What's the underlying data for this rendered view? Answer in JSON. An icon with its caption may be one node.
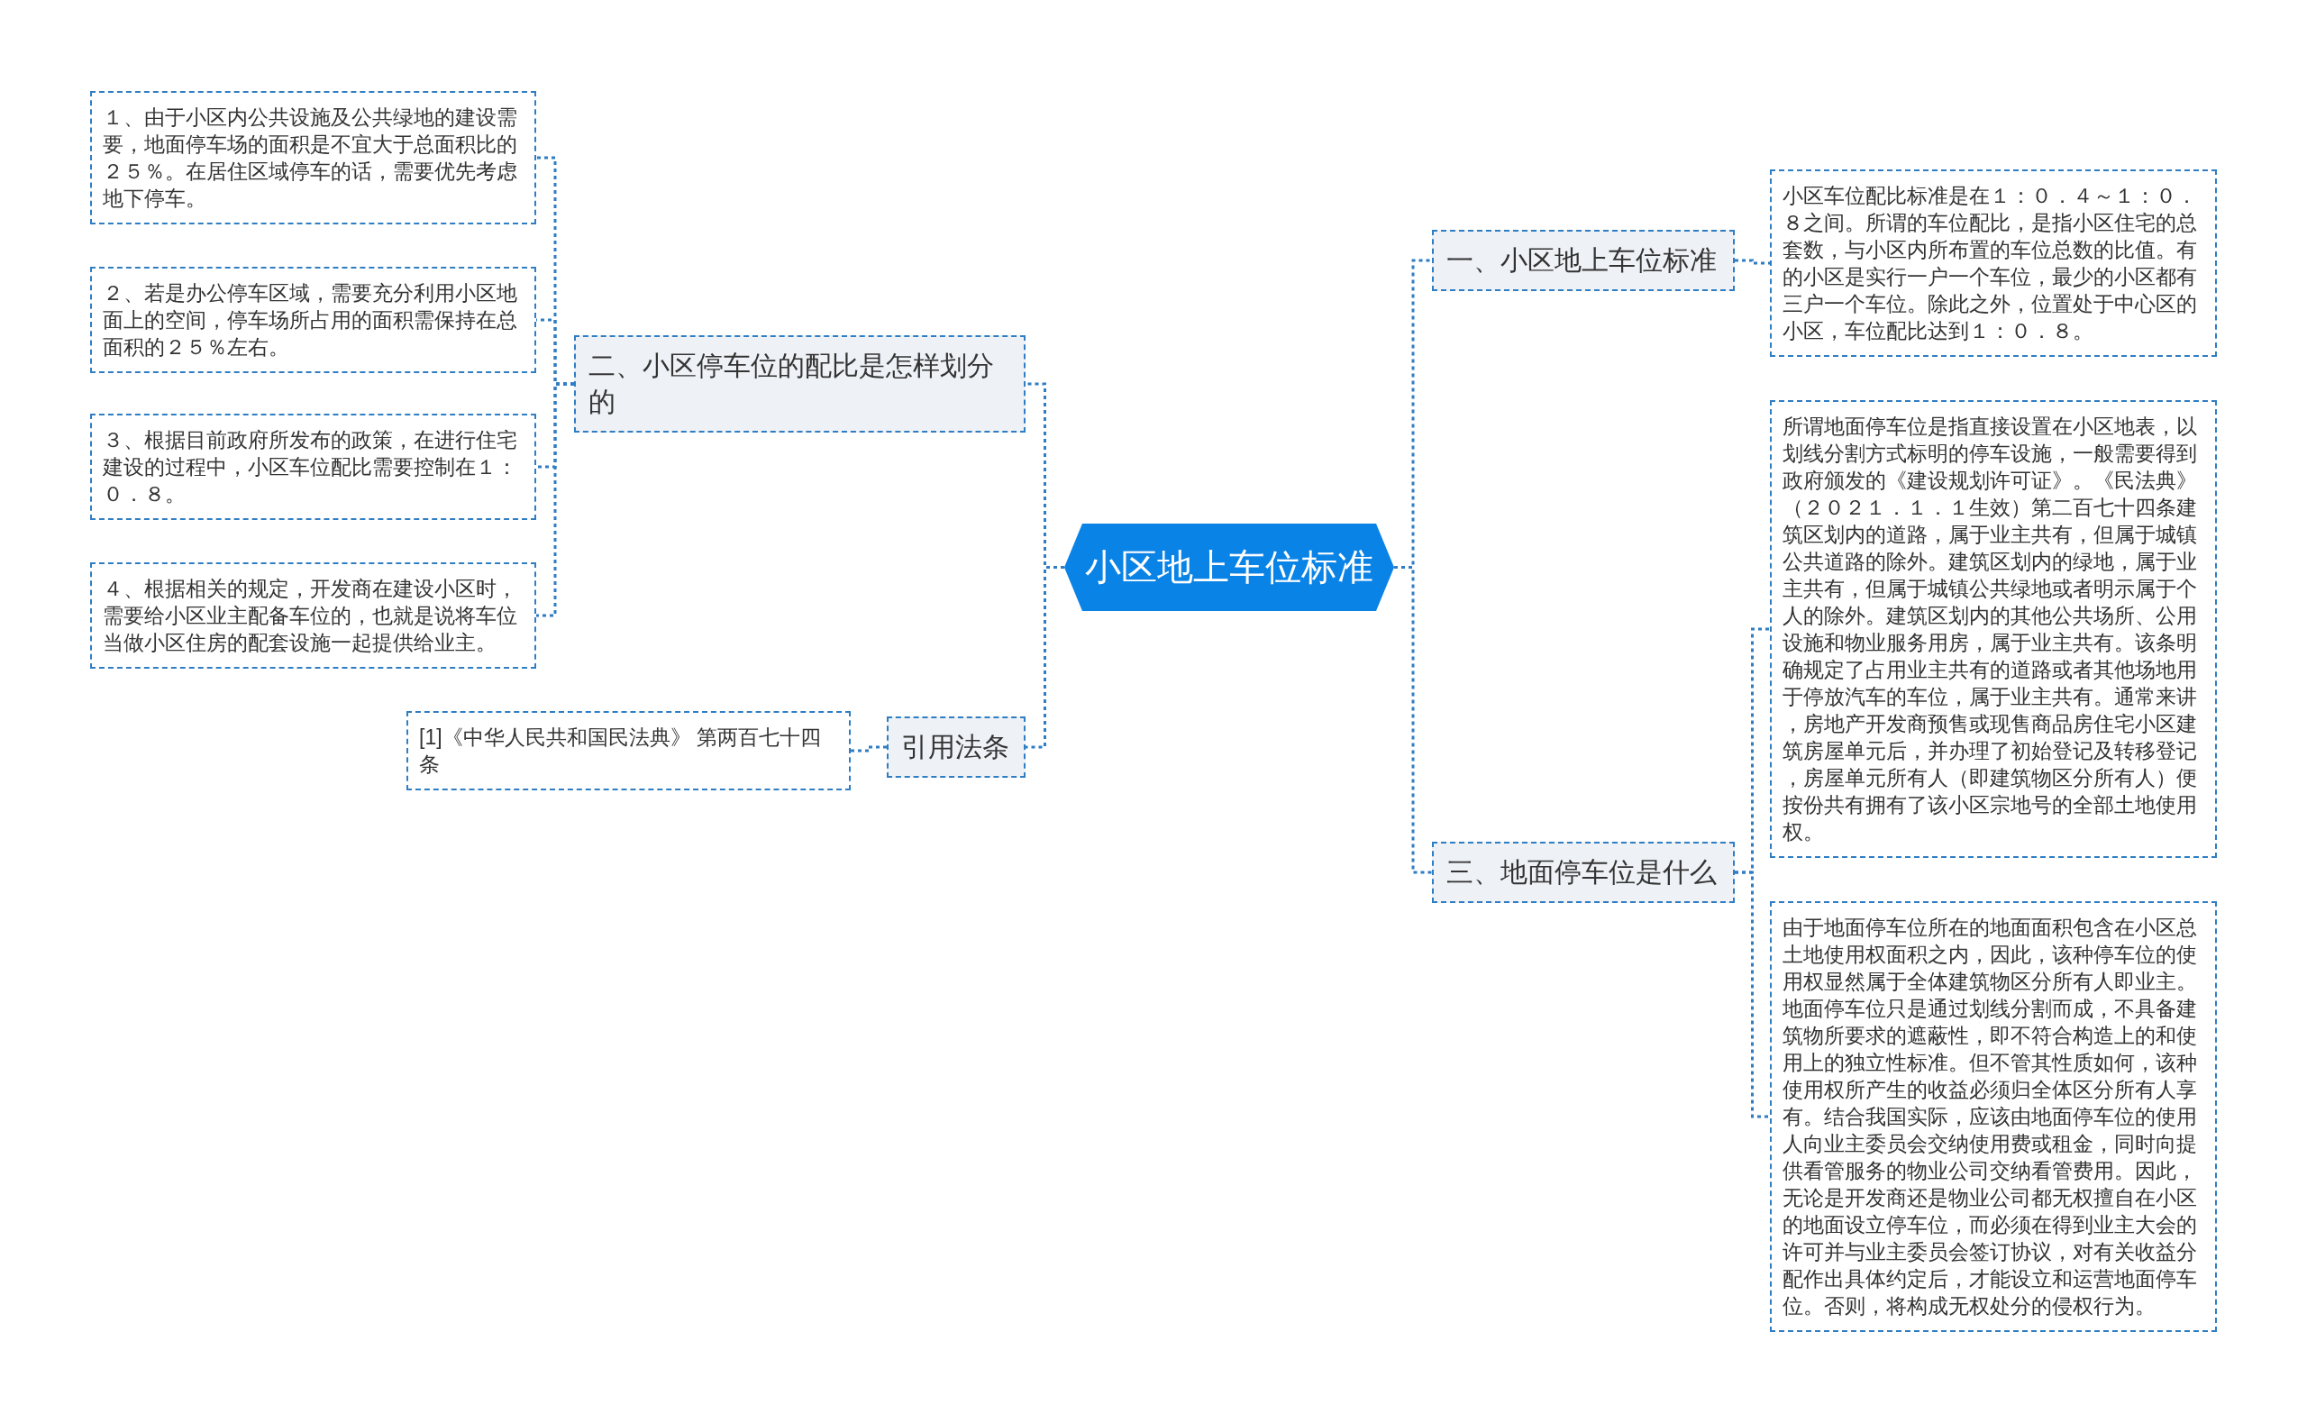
{
  "diagram": {
    "nodes": [
      {
        "text": [
          "小区地上车位标准"
        ]
      },
      {
        "text": [
          "一、小区地上车位标准"
        ]
      },
      {
        "text": [
          "小区车位配比标准是在１：０．４～１：０．８之间。所谓的车位配比，是指小区住宅的总套数，与小区内所布置的车位总数的比值。有的小区是实行一户一个车位，最少的小区都有三户一个车位。除此之外，位置处于中心区的小区，车位配比达到１：０．８。"
        ]
      },
      {
        "text": [
          "二、小区停车位的配比是怎样划分的"
        ]
      },
      {
        "text": [
          "１、由于小区内公共设施及公共绿地的建设需要，地面停车场的面积是不宜大于总面积比的２５％。在居住区域停车的话，需要优先考虑地下停车。"
        ]
      },
      {
        "text": [
          "２、若是办公停车区域，需要充分利用小区地面上的空间，停车场所占用的面积需保持在总面积的２５％左右。"
        ]
      },
      {
        "text": [
          "３、根据目前政府所发布的政策，在进行住宅建设的过程中，小区车位配比需要控制在１：０．８。"
        ]
      },
      {
        "text": [
          "４、根据相关的规定，开发商在建设小区时，需要给小区业主配备车位的，也就是说将车位当做小区住房的配套设施一起提供给业主。"
        ]
      },
      {
        "text": [
          "三、地面停车位是什么"
        ]
      },
      {
        "text": [
          "所谓地面停车位是指直接设置在小区地表，以划线分割方式标明的停车设施，一般需要得到政府颁发的《建设规划许可证》。《民法典》（２０２１．１．１生效）第二百七十四条建筑区划内的道路，属于业主共有，但属于城镇公共道路的除外。建筑区划内的绿地，属于业主共有，但属于城镇公共绿地或者明示属于个人的除外。建筑区划内的其他公共场所、公用设施和物业服务用房，属于业主共有。该条明确规定了占用业主共有的道路或者其他场地用于停放汽车的车位，属于业主共有。通常来讲，房地产开发商预售或现售商品房住宅小区建筑房屋单元后，并办理了初始登记及转移登记，房屋单元所有人（即建筑物区分所有人）便按份共有拥有了该小区宗地号的全部土地使用权。"
        ]
      },
      {
        "text": [
          "由于地面停车位所在的地面面积包含在小区总土地使用权面积之内，因此，该种停车位的使用权显然属于全体建筑物区分所有人即业主。地面停车位只是通过划线分割而成，不具备建筑物所要求的遮蔽性，即不符合构造上的和使用上的独立性标准。但不管其性质如何，该种使用权所产生的收益必须归全体区分所有人享有。结合我国实际，应该由地面停车位的使用人向业主委员会交纳使用费或租金，同时向提供看管服务的物业公司交纳看管费用。因此，无论是开发商还是物业公司都无权擅自在小区的地面设立停车位，而必须在得到业主大会的许可并与业主委员会签订协议，对有关收益分配作出具体约定后，才能设立和运营地面停车位。否则，将构成无权处分的侵权行为。"
        ]
      },
      {
        "text": [
          "引用法条"
        ]
      },
      {
        "text": [
          "[1]《中华人民共和国民法典》 第两百七十四条"
        ]
      }
    ],
    "edges": [
      {
        "from": 0,
        "to": 1,
        "arrow": "none"
      },
      {
        "from": 1,
        "to": 2,
        "arrow": "none"
      },
      {
        "from": 0,
        "to": 3,
        "arrow": "none"
      },
      {
        "from": 3,
        "to": 4,
        "arrow": "none"
      },
      {
        "from": 3,
        "to": 5,
        "arrow": "none"
      },
      {
        "from": 3,
        "to": 6,
        "arrow": "none"
      },
      {
        "from": 3,
        "to": 7,
        "arrow": "none"
      },
      {
        "from": 0,
        "to": 8,
        "arrow": "none"
      },
      {
        "from": 8,
        "to": 9,
        "arrow": "none"
      },
      {
        "from": 8,
        "to": 10,
        "arrow": "none"
      },
      {
        "from": 0,
        "to": 11,
        "arrow": "none"
      },
      {
        "from": 11,
        "to": 12,
        "arrow": "none"
      }
    ]
  }
}
